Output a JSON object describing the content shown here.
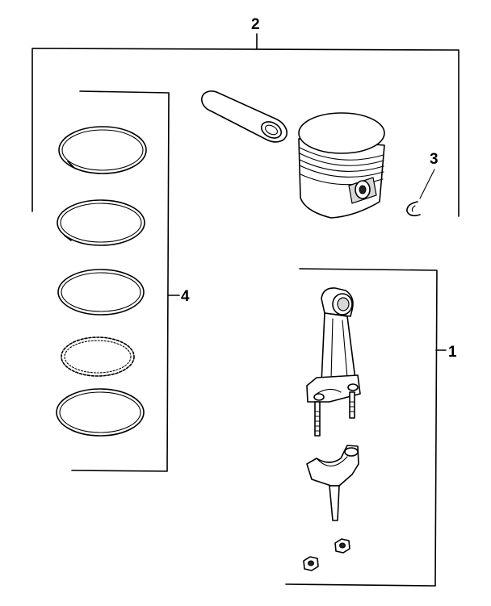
{
  "diagram": {
    "callouts": {
      "c1": "1",
      "c2": "2",
      "c3": "3",
      "c4": "4"
    }
  }
}
